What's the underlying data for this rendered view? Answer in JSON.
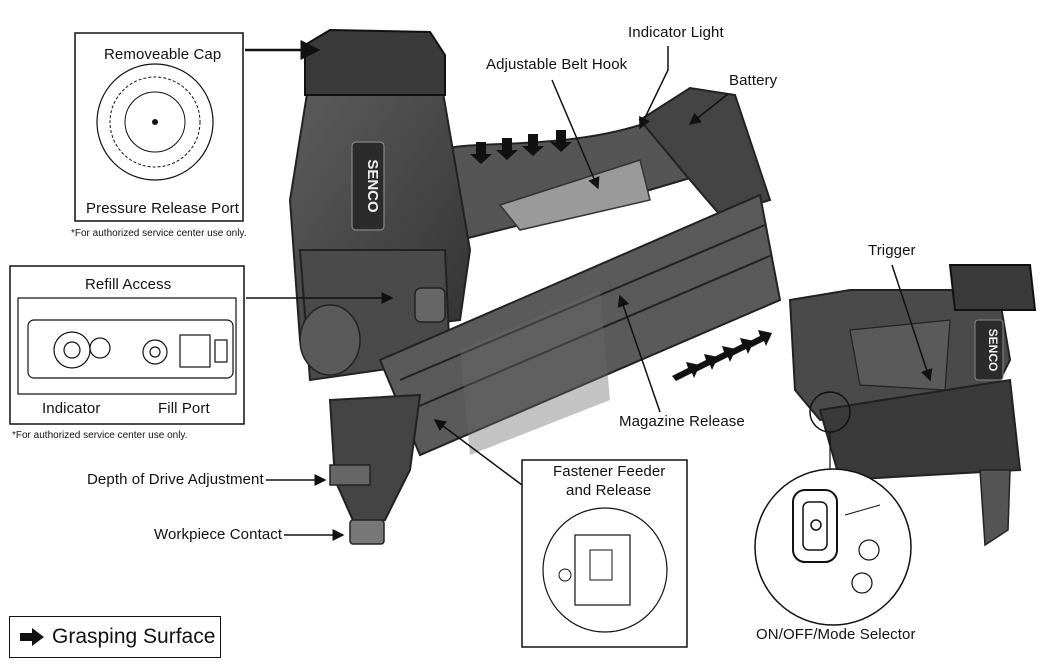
{
  "labels": {
    "removeable_cap": "Removeable Cap",
    "pressure_release_port": "Pressure Release Port",
    "note_top": "*For authorized service center use only.",
    "refill_access": "Refill Access",
    "indicator": "Indicator",
    "fill_port": "Fill Port",
    "note_mid": "*For authorized service center use only.",
    "depth_of_drive": "Depth of Drive Adjustment",
    "workpiece_contact": "Workpiece Contact",
    "adjustable_belt_hook": "Adjustable Belt Hook",
    "indicator_light": "Indicator Light",
    "battery": "Battery",
    "magazine_release": "Magazine Release",
    "fastener_feeder_line1": "Fastener Feeder",
    "fastener_feeder_line2": "and Release",
    "trigger": "Trigger",
    "on_off_mode_selector": "ON/OFF/Mode Selector",
    "brand": "SENCO",
    "legend": "Grasping Surface"
  },
  "colors": {
    "tool_body": "#4a4a4a",
    "tool_dark": "#2b2b2b",
    "tool_light": "#8a8a8a",
    "outline": "#111111"
  }
}
